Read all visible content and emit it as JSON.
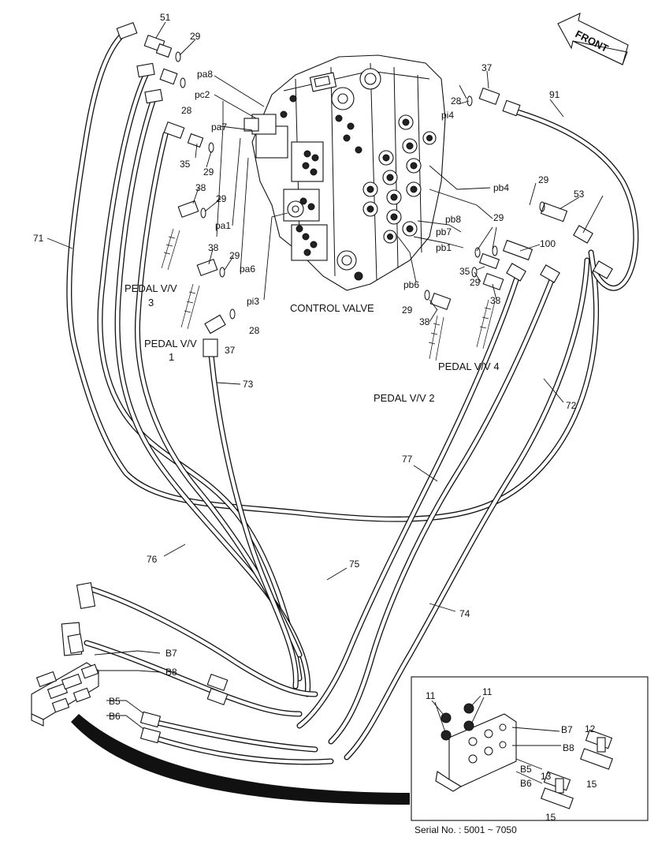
{
  "diagram": {
    "front_label": "FRONT",
    "title_label": "CONTROL VALVE",
    "serial_label": "Serial No. : 5001 ~ 7050",
    "pedal_labels": {
      "pv3_line1": "PEDAL V/V",
      "pv3_line2": "3",
      "pv1_line1": "PEDAL V/V",
      "pv1_line2": "1",
      "pv4": "PEDAL V/V  4",
      "pv2": "PEDAL V/V  2"
    },
    "port_labels": {
      "pa8": "pa8",
      "pc2": "pc2",
      "pa7": "pa7",
      "pa1": "pa1",
      "pa6": "pa6",
      "pi3": "pi3",
      "pi4": "pi4",
      "pb4": "pb4",
      "pb8": "pb8",
      "pb7": "pb7",
      "pb1": "pb1",
      "pb6": "pb6"
    },
    "part_numbers": {
      "n51": "51",
      "n29_a": "29",
      "n28_a": "28",
      "n35_a": "35",
      "n29_b": "29",
      "n38_a": "38",
      "n29_c": "29",
      "n38_b": "38",
      "n29_d": "29",
      "n28_b": "28",
      "n37_a": "37",
      "n28_c": "28",
      "n37_b": "37",
      "n91": "91",
      "n29_e": "29",
      "n53": "53",
      "n29_f": "29",
      "n100": "100",
      "n35_b": "35",
      "n29_g": "29",
      "n38_c": "38",
      "n29_h": "29",
      "n38_d": "38",
      "n71": "71",
      "n73": "73",
      "n72": "72",
      "n77": "77",
      "n76": "76",
      "n75": "75",
      "n74": "74"
    },
    "bottom_labels": {
      "b7": "B7",
      "b8": "B8",
      "b5": "B5",
      "b6": "B6"
    },
    "inset": {
      "n11_a": "11",
      "n11_b": "11",
      "n12": "12",
      "n13": "13",
      "n15_a": "15",
      "n15_b": "15",
      "b7": "B7",
      "b8": "B8",
      "b5": "B5",
      "b6": "B6"
    }
  }
}
